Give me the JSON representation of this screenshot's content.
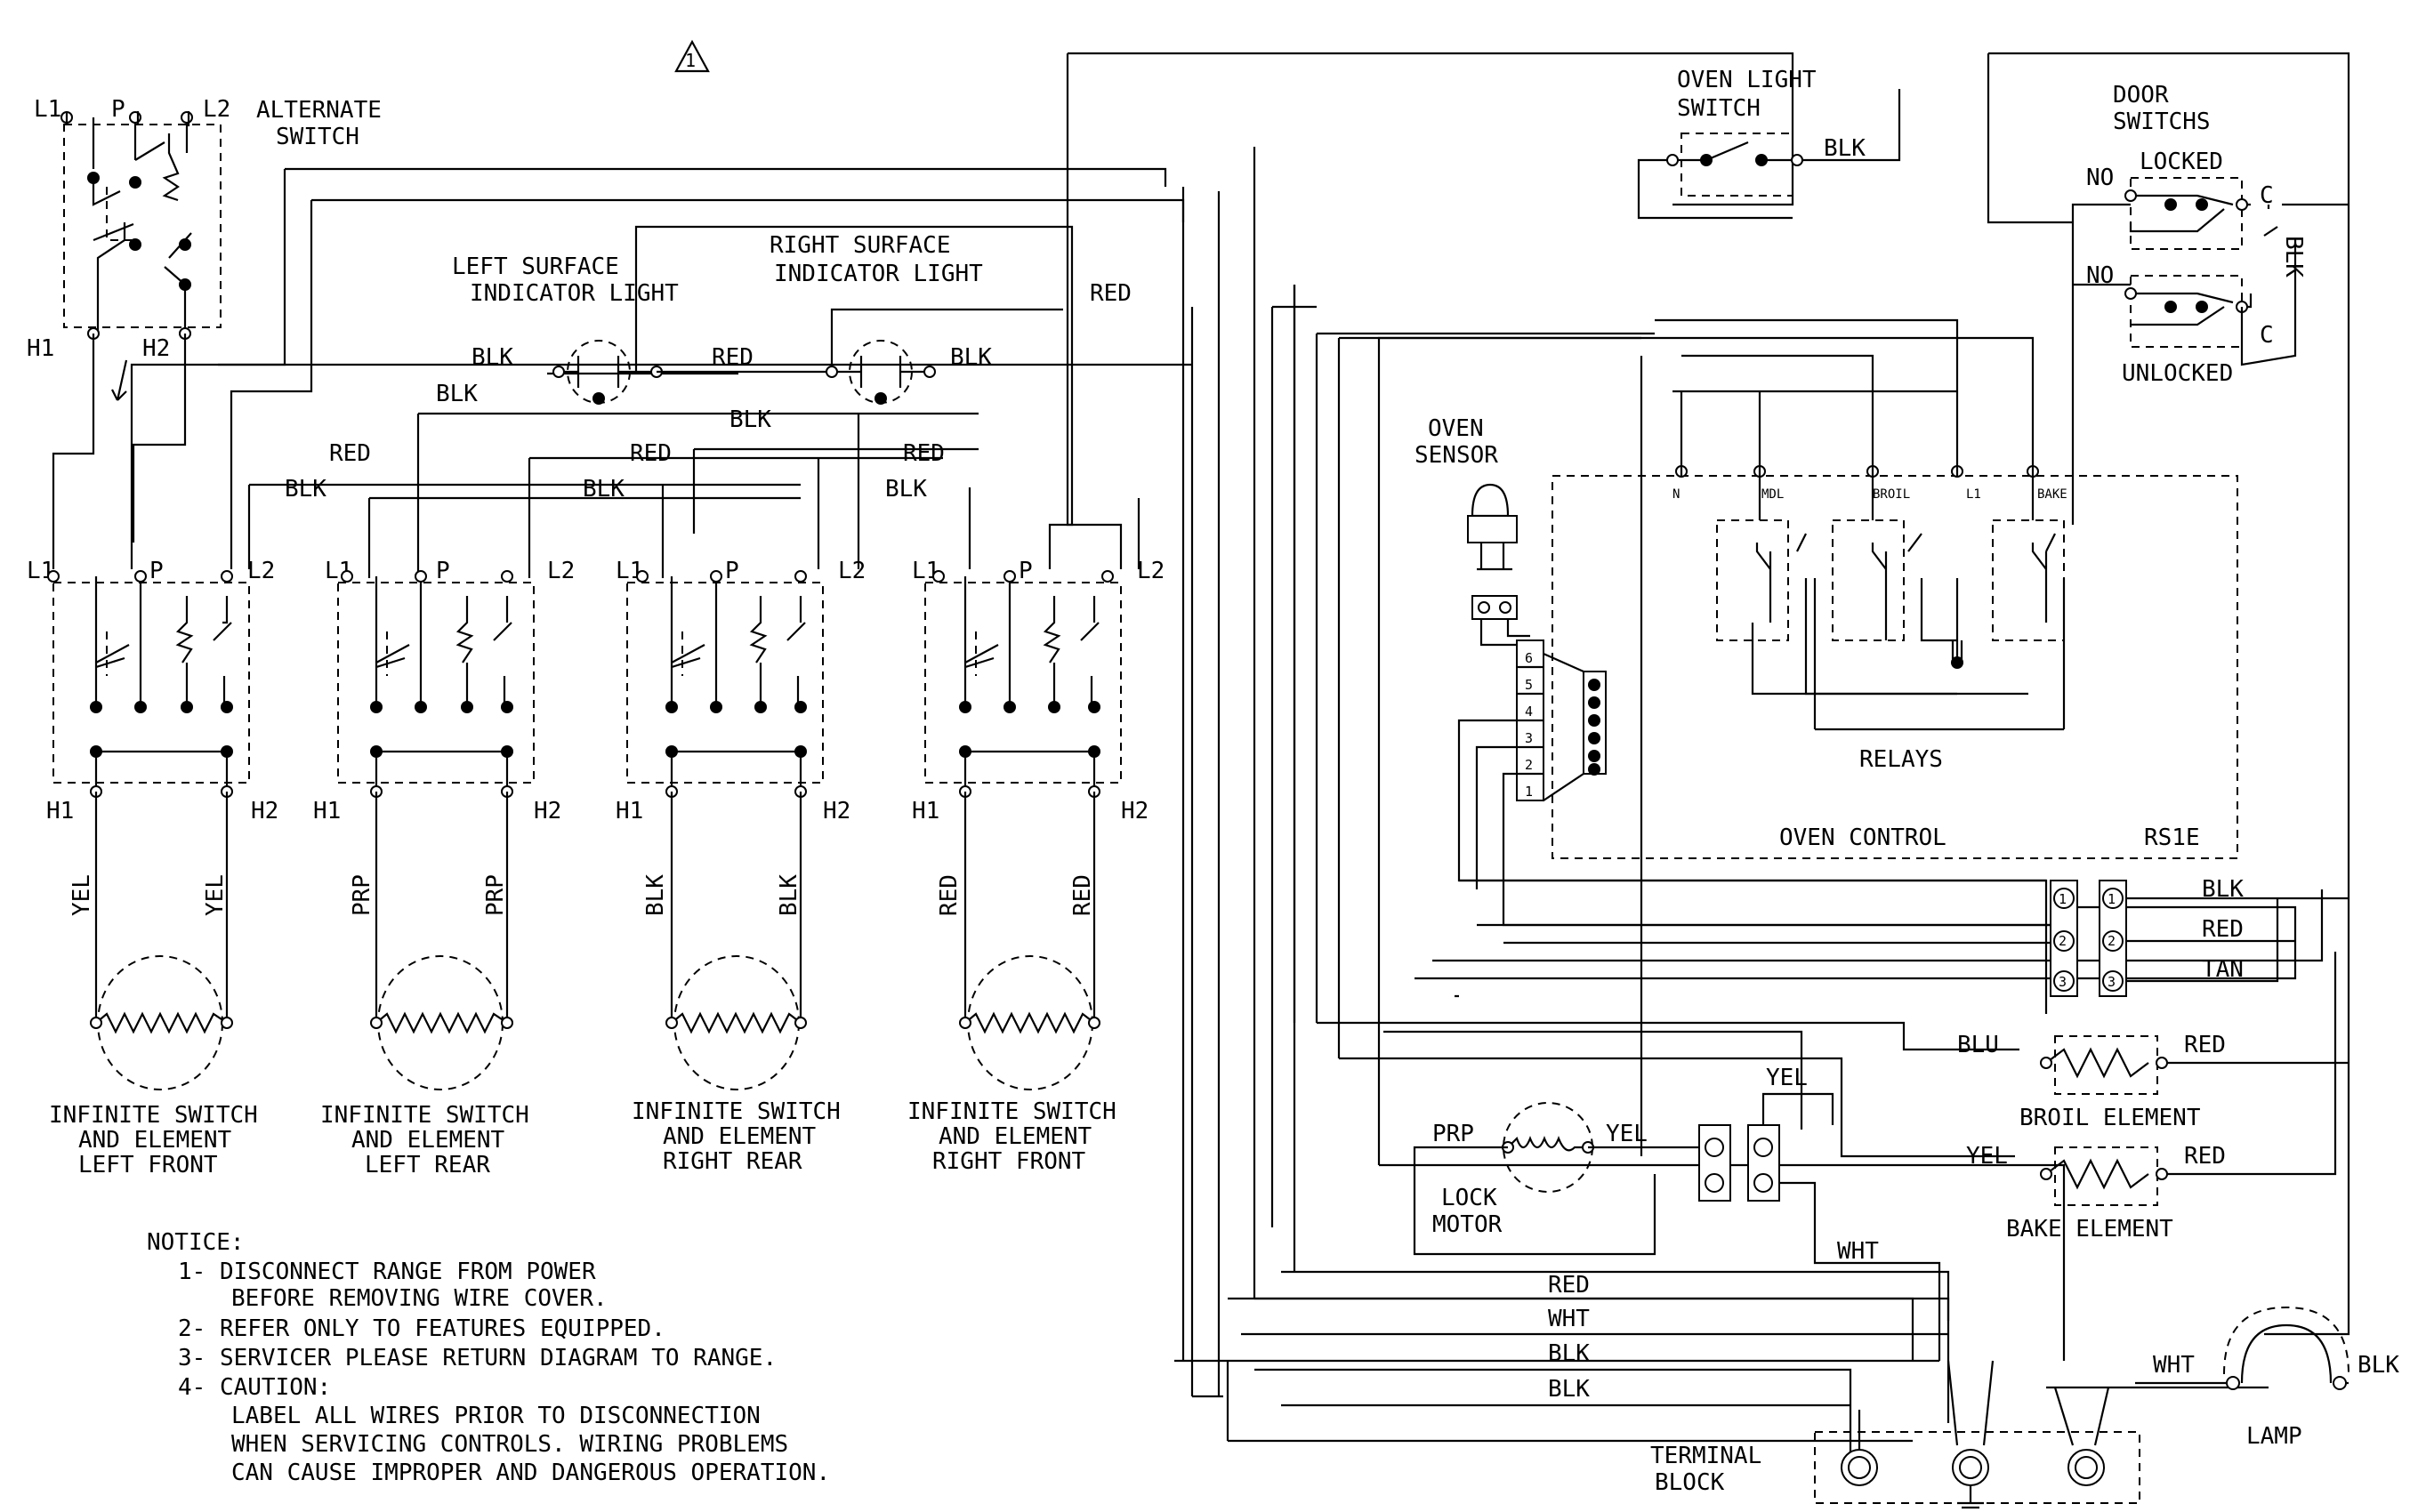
{
  "revision_mark": "1",
  "alternate_switch": {
    "label_1": "ALTERNATE",
    "label_2": "SWITCH",
    "t_l1": "L1",
    "t_p": "P",
    "t_l2": "L2",
    "t_h1": "H1",
    "t_h2": "H2"
  },
  "left_indicator": {
    "label_1": "LEFT SURFACE",
    "label_2": "INDICATOR LIGHT"
  },
  "right_indicator": {
    "label_1": "RIGHT SURFACE",
    "label_2": "INDICATOR LIGHT"
  },
  "wires": {
    "blk": "BLK",
    "red": "RED",
    "wht": "WHT",
    "yel": "YEL",
    "prp": "PRP",
    "blu": "BLU",
    "tan": "TAN"
  },
  "switches": [
    {
      "t_l1": "L1",
      "t_p": "P",
      "t_l2": "L2",
      "t_h1": "H1",
      "t_h2": "H2",
      "wire_left": "YEL",
      "wire_right": "YEL",
      "label_1": "INFINITE SWITCH",
      "label_2": "AND ELEMENT",
      "label_3": "LEFT FRONT"
    },
    {
      "t_l1": "L1",
      "t_p": "P",
      "t_l2": "L2",
      "t_h1": "H1",
      "t_h2": "H2",
      "wire_left": "PRP",
      "wire_right": "PRP",
      "label_1": "INFINITE SWITCH",
      "label_2": "AND ELEMENT",
      "label_3": "LEFT REAR"
    },
    {
      "t_l1": "L1",
      "t_p": "P",
      "t_l2": "L2",
      "t_h1": "H1",
      "t_h2": "H2",
      "wire_left": "BLK",
      "wire_right": "BLK",
      "label_1": "INFINITE SWITCH",
      "label_2": "AND ELEMENT",
      "label_3": "RIGHT REAR"
    },
    {
      "t_l1": "L1",
      "t_p": "P",
      "t_l2": "L2",
      "t_h1": "H1",
      "t_h2": "H2",
      "wire_left": "RED",
      "wire_right": "RED",
      "label_1": "INFINITE SWITCH",
      "label_2": "AND ELEMENT",
      "label_3": "RIGHT FRONT"
    }
  ],
  "oven_light_switch": {
    "label_1": "OVEN LIGHT",
    "label_2": "SWITCH"
  },
  "door_switches": {
    "label_1": "DOOR",
    "label_2": "SWITCHS",
    "locked": "LOCKED",
    "unlocked": "UNLOCKED",
    "no": "NO",
    "c": "C"
  },
  "oven_sensor": {
    "label_1": "OVEN",
    "label_2": "SENSOR"
  },
  "oven_control": {
    "label": "OVEN CONTROL",
    "model": "RS1E",
    "relays": "RELAYS",
    "pin_n": "N",
    "pin_mdl": "MDL",
    "pin_broil": "BROIL",
    "pin_l1": "L1",
    "pin_bake": "BAKE",
    "conn_pins": [
      "6",
      "5",
      "4",
      "3",
      "2",
      "1"
    ]
  },
  "connector_numbers": [
    "1",
    "2",
    "3"
  ],
  "broil_element": "BROIL ELEMENT",
  "bake_element": "BAKE ELEMENT",
  "lock_motor": {
    "label_1": "LOCK",
    "label_2": "MOTOR"
  },
  "terminal_block": {
    "label_1": "TERMINAL",
    "label_2": "BLOCK"
  },
  "lamp": "LAMP",
  "notice": {
    "heading": "NOTICE:",
    "line_1": "1- DISCONNECT RANGE FROM POWER",
    "line_1b": "BEFORE REMOVING WIRE COVER.",
    "line_2": "2- REFER ONLY TO FEATURES EQUIPPED.",
    "line_3": "3- SERVICER PLEASE RETURN DIAGRAM TO RANGE.",
    "line_4": "4-  CAUTION:",
    "line_4a": "LABEL ALL WIRES PRIOR TO DISCONNECTION",
    "line_4b": "WHEN SERVICING CONTROLS. WIRING PROBLEMS",
    "line_4c": "CAN CAUSE IMPROPER AND DANGEROUS OPERATION."
  }
}
